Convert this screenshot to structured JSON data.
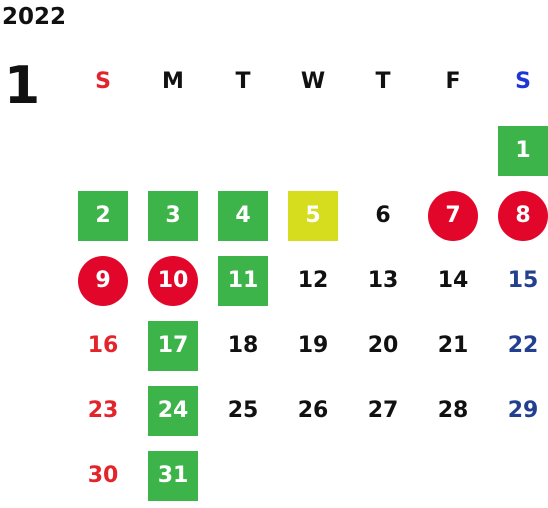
{
  "year": "2022",
  "month": "1",
  "colors": {
    "sunday": "#e3242b",
    "saturday_header": "#1f35d6",
    "saturday": "#233f8f",
    "weekday": "#111111",
    "green": "#3db44a",
    "yellow": "#d6dc1e",
    "red_circle": "#e3062b"
  },
  "weekdays": [
    "S",
    "M",
    "T",
    "W",
    "T",
    "F",
    "S"
  ],
  "days": [
    {
      "d": "1",
      "col": 7,
      "style": "green"
    },
    {
      "d": "2",
      "col": 1,
      "style": "green"
    },
    {
      "d": "3",
      "col": 2,
      "style": "green"
    },
    {
      "d": "4",
      "col": 3,
      "style": "green"
    },
    {
      "d": "5",
      "col": 4,
      "style": "yellow"
    },
    {
      "d": "6",
      "col": 5,
      "style": "plain"
    },
    {
      "d": "7",
      "col": 6,
      "style": "circle"
    },
    {
      "d": "8",
      "col": 7,
      "style": "circle"
    },
    {
      "d": "9",
      "col": 1,
      "style": "circle"
    },
    {
      "d": "10",
      "col": 2,
      "style": "circle"
    },
    {
      "d": "11",
      "col": 3,
      "style": "green"
    },
    {
      "d": "12",
      "col": 4,
      "style": "plain"
    },
    {
      "d": "13",
      "col": 5,
      "style": "plain"
    },
    {
      "d": "14",
      "col": 6,
      "style": "plain"
    },
    {
      "d": "15",
      "col": 7,
      "style": "plain"
    },
    {
      "d": "16",
      "col": 1,
      "style": "plain"
    },
    {
      "d": "17",
      "col": 2,
      "style": "green"
    },
    {
      "d": "18",
      "col": 3,
      "style": "plain"
    },
    {
      "d": "19",
      "col": 4,
      "style": "plain"
    },
    {
      "d": "20",
      "col": 5,
      "style": "plain"
    },
    {
      "d": "21",
      "col": 6,
      "style": "plain"
    },
    {
      "d": "22",
      "col": 7,
      "style": "plain"
    },
    {
      "d": "23",
      "col": 1,
      "style": "plain"
    },
    {
      "d": "24",
      "col": 2,
      "style": "green"
    },
    {
      "d": "25",
      "col": 3,
      "style": "plain"
    },
    {
      "d": "26",
      "col": 4,
      "style": "plain"
    },
    {
      "d": "27",
      "col": 5,
      "style": "plain"
    },
    {
      "d": "28",
      "col": 6,
      "style": "plain"
    },
    {
      "d": "29",
      "col": 7,
      "style": "plain"
    },
    {
      "d": "30",
      "col": 1,
      "style": "plain"
    },
    {
      "d": "31",
      "col": 2,
      "style": "green"
    }
  ]
}
